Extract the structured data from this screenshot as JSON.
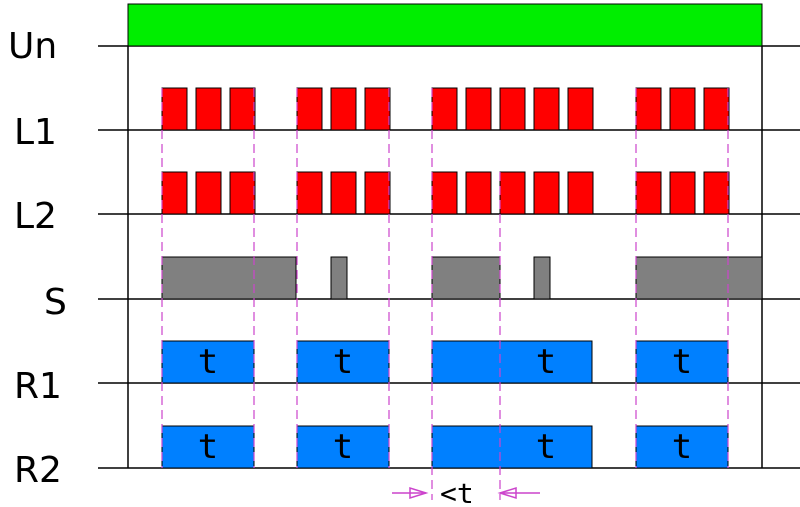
{
  "colors": {
    "supply": "#00ee00",
    "pulse": "#ff0000",
    "signal": "#808080",
    "relay": "#0080ff",
    "guide": "#cc44cc",
    "line": "#000000"
  },
  "rows": [
    {
      "id": "un",
      "label": "Un"
    },
    {
      "id": "l1",
      "label": "L1"
    },
    {
      "id": "l2",
      "label": "L2"
    },
    {
      "id": "s",
      "label": "S"
    },
    {
      "id": "r1",
      "label": "R1"
    },
    {
      "id": "r2",
      "label": "R2"
    }
  ],
  "relay_label": "t",
  "timing_label": "<t"
}
